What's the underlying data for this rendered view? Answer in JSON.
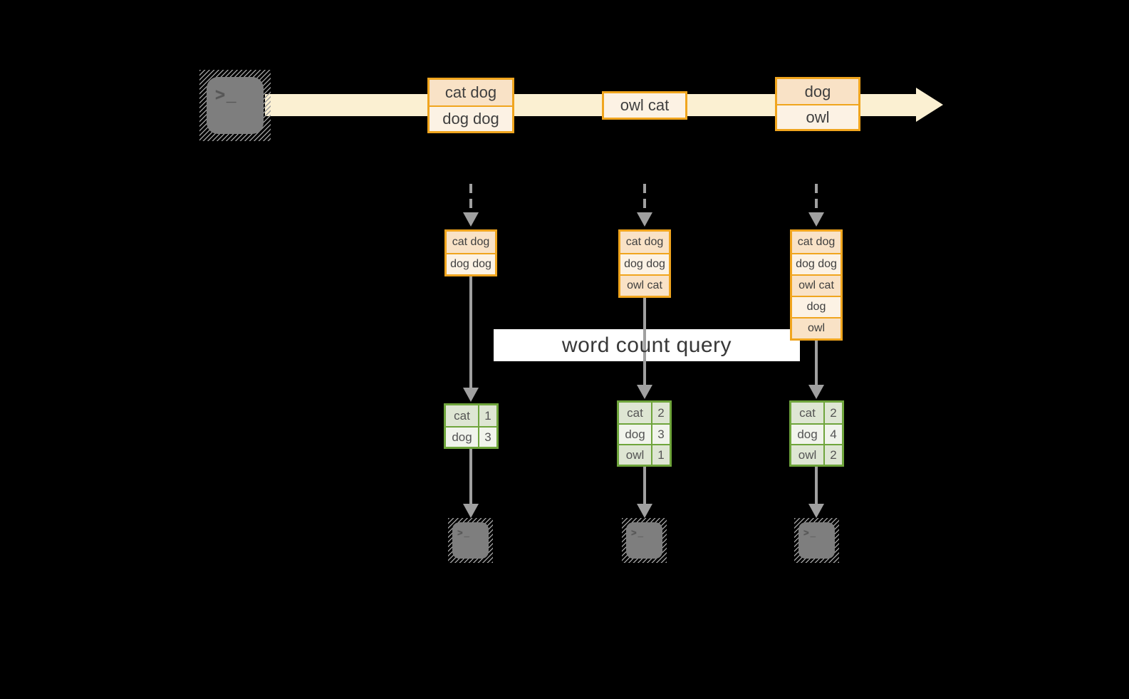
{
  "diagram": {
    "query_label": "word count query",
    "source": {
      "icon": "terminal",
      "prompt": ">_"
    },
    "stream_events": [
      {
        "lines": [
          "cat dog",
          "dog dog"
        ]
      },
      {
        "lines": [
          "owl cat"
        ]
      },
      {
        "lines": [
          "dog",
          "owl"
        ]
      }
    ],
    "buffers": [
      {
        "lines": [
          "cat dog",
          "dog dog"
        ]
      },
      {
        "lines": [
          "cat dog",
          "dog dog",
          "owl cat"
        ]
      },
      {
        "lines": [
          "cat dog",
          "dog dog",
          "owl cat",
          "dog",
          "owl"
        ]
      }
    ],
    "results": [
      {
        "rows": [
          {
            "word": "cat",
            "count": "1"
          },
          {
            "word": "dog",
            "count": "3"
          }
        ]
      },
      {
        "rows": [
          {
            "word": "cat",
            "count": "2"
          },
          {
            "word": "dog",
            "count": "3"
          },
          {
            "word": "owl",
            "count": "1"
          }
        ]
      },
      {
        "rows": [
          {
            "word": "cat",
            "count": "2"
          },
          {
            "word": "dog",
            "count": "4"
          },
          {
            "word": "owl",
            "count": "2"
          }
        ]
      }
    ],
    "sinks": [
      {
        "icon": "terminal",
        "prompt": ">_"
      },
      {
        "icon": "terminal",
        "prompt": ">_"
      },
      {
        "icon": "terminal",
        "prompt": ">_"
      }
    ]
  },
  "colors": {
    "background": "#000000",
    "amber": "#F0A51E",
    "fill_dark": "#F9E2C6",
    "fill_light": "#FCF2E4",
    "band": "#FBF0D2",
    "green": "#6FA53C",
    "green_dark": "#DEE6D3",
    "green_light": "#F1F4EC",
    "arrow": "#A0A0A0",
    "ink": "#3F3F3F",
    "terminal_gray": "#7E7E7E",
    "hatch": "#9C9C9C",
    "query_bg": "#FFFFFF"
  }
}
